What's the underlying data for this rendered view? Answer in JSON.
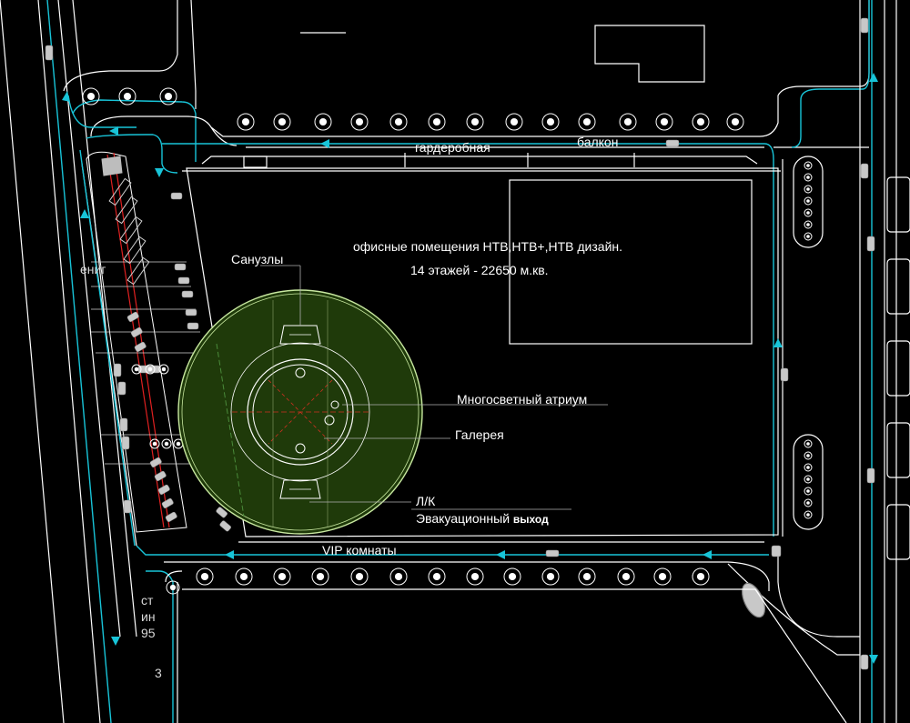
{
  "labels": {
    "garderobnaya": "гардеробная",
    "balkon": "балкон",
    "office": "офисные помещения НТВ,НТВ+,НТВ дизайн.",
    "floors": "14 этажей - 22650 м.кв.",
    "sanuzly": "Санузлы",
    "atrium": "Многосветный атриум",
    "gallery": "Галерея",
    "lk": "Л/К",
    "evac": "Эвакуационный",
    "evac_exit": "выход",
    "vip": "VIP комнаты"
  },
  "fragments": {
    "left_mid": "ениг",
    "bottom_1": "ст",
    "bottom_2": "ин",
    "bottom_3": "95",
    "bottom_4": "3"
  },
  "colors": {
    "background": "#000000",
    "linework": "#ffffff",
    "access_road": "#18c4d8",
    "rotunda_fill": "#1f3a0a",
    "rotunda_stroke": "#c8e8a0",
    "atrium_axes": "#d03020",
    "parking_stripe": "#e02020"
  }
}
